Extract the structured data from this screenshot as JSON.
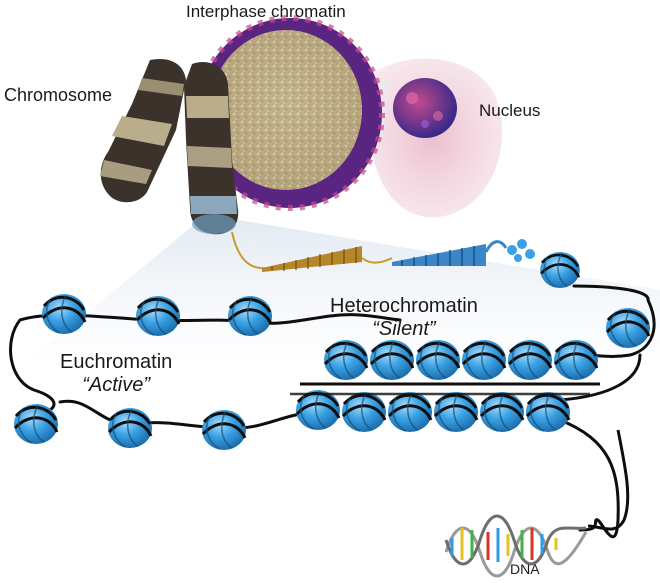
{
  "labels": {
    "interphase_chromatin": "Interphase chromatin",
    "chromosome": "Chromosome",
    "nucleus": "Nucleus",
    "euchromatin": "Euchromatin",
    "euchromatin_state": "“Active”",
    "heterochromatin": "Heterochromatin",
    "heterochromatin_state": "“Silent”",
    "dna": "DNA"
  },
  "colors": {
    "nucleosome_blue": "#3aa2e4",
    "nucleosome_dark": "#1d6fae",
    "chromatin_purple": "#6b2c8f",
    "chromatin_core": "#c8b78f",
    "chromosome_dark": "#2c2622",
    "chromosome_light": "#b9ad8c",
    "nucleus_pink": "#d98aa5",
    "fiber_gold": "#c99a2e",
    "background": "#ffffff"
  },
  "diagram": {
    "elements": [
      "chromosome",
      "interphase-chromatin",
      "nucleus",
      "chromatin-fiber",
      "euchromatin-nucleosomes",
      "heterochromatin-nucleosomes",
      "dna-double-helix"
    ]
  }
}
